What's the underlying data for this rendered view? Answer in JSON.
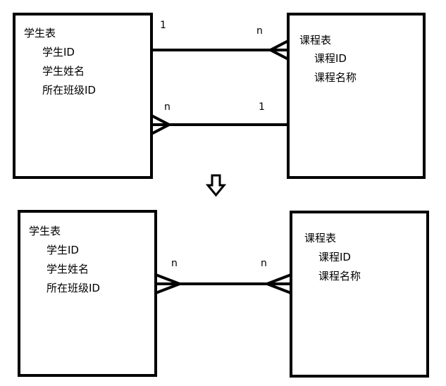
{
  "top": {
    "student": {
      "title": "学生表",
      "fields": [
        "学生ID",
        "学生姓名",
        "所在班级ID"
      ]
    },
    "course": {
      "title": "课程表",
      "fields": [
        "课程ID",
        "课程名称"
      ]
    },
    "rel1": {
      "left": "1",
      "right": "n"
    },
    "rel2": {
      "left": "n",
      "right": "1"
    }
  },
  "bottom": {
    "student": {
      "title": "学生表",
      "fields": [
        "学生ID",
        "学生姓名",
        "所在班级ID"
      ]
    },
    "course": {
      "title": "课程表",
      "fields": [
        "课程ID",
        "课程名称"
      ]
    },
    "rel": {
      "left": "n",
      "right": "n"
    }
  },
  "arrow_icon": "down-arrow-icon"
}
